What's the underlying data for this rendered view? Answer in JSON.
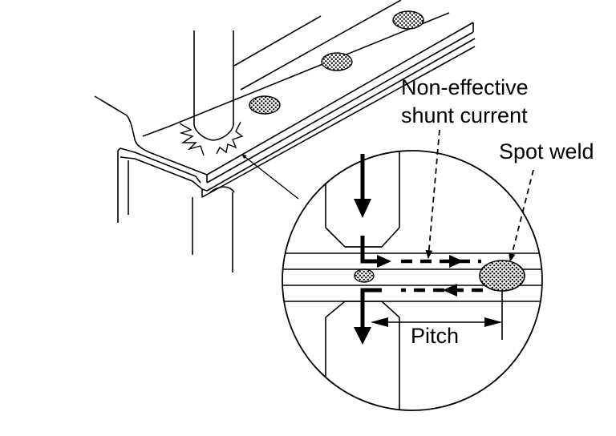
{
  "title": "Spot weld shunt current diagram",
  "labels": {
    "shunt_line1": "Non-effective",
    "shunt_line2": "shunt current",
    "spot_weld": "Spot weld",
    "pitch": "Pitch"
  },
  "colors": {
    "ink": "#000000",
    "paper": "#ffffff"
  }
}
